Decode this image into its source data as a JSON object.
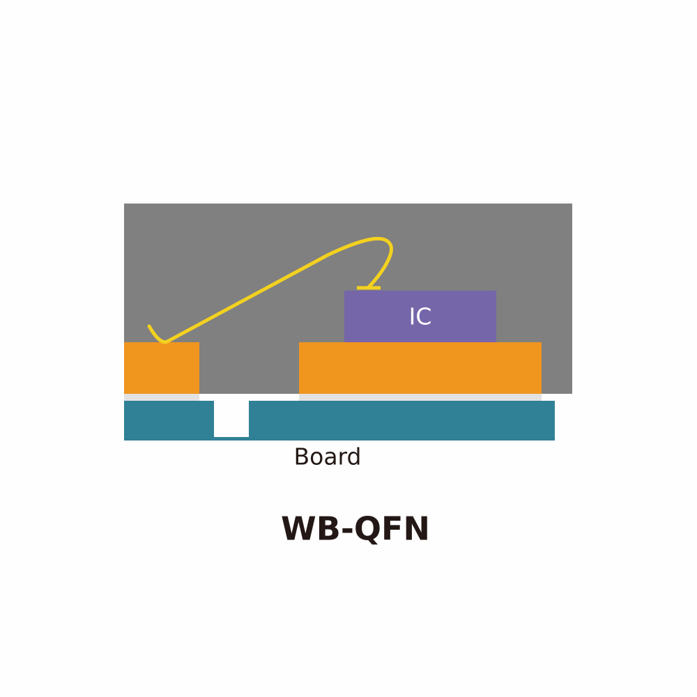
{
  "diagram": {
    "ic_label": "IC",
    "board_label": "Board",
    "caption": "WB-QFN"
  },
  "colors": {
    "mold": "#808080",
    "lead_frame": "#f0951e",
    "die": "#7566aa",
    "wire": "#f3d11f",
    "solder": "#e2e2e2",
    "board": "#308096",
    "background": "#fefefe",
    "text_dark": "#231815",
    "text_light": "#ffffff"
  }
}
